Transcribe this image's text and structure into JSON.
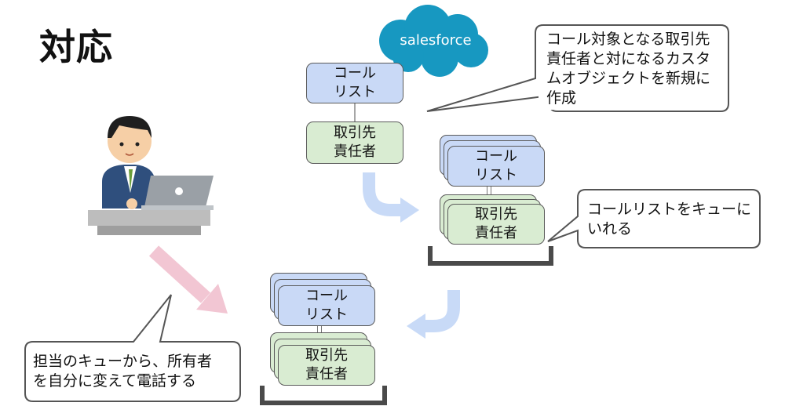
{
  "title": "対応",
  "logo": {
    "text": "salesforce",
    "color": "#1798c1"
  },
  "boxes": {
    "call_list": "コール\nリスト",
    "account_owner": "取引先\n責任者"
  },
  "callouts": {
    "top": "コール対象となる取引先\n責任者と対になるカスタ\nムオブジェクトを新規に\n作成",
    "middle": "コールリストをキューに\nいれる",
    "bottom": "担当のキューから、所有者\nを自分に変えて電話する"
  },
  "colors": {
    "box_blue": "#c9d9f6",
    "box_green": "#d9ecd2",
    "arrow_blue": "#c8daf7",
    "arrow_pink": "#f2c6d3",
    "tray": "#4a4a4a"
  }
}
